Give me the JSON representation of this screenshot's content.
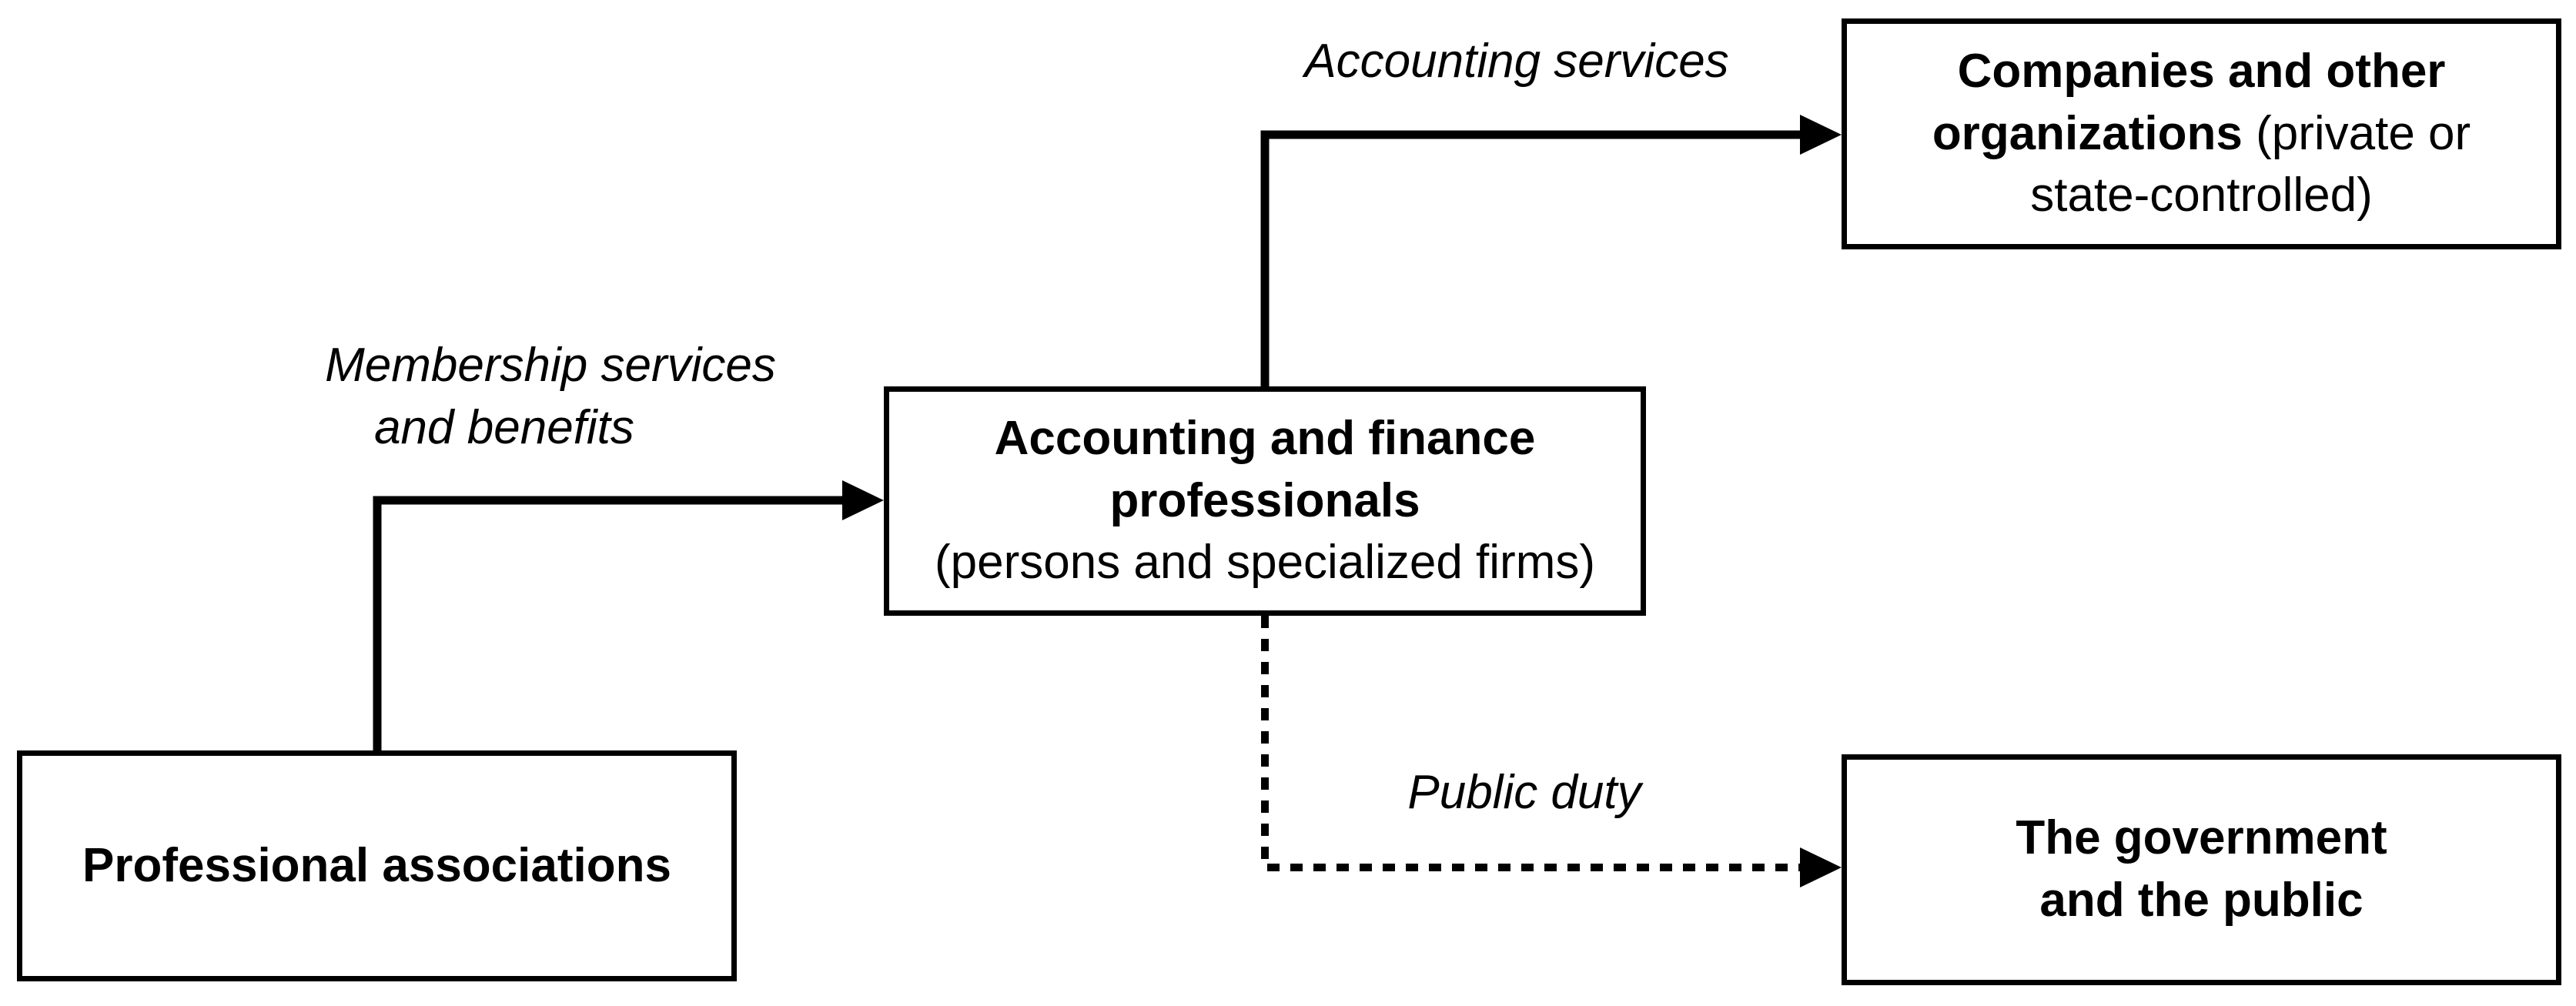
{
  "nodes": {
    "professional_associations": {
      "title": "Professional associations"
    },
    "professionals": {
      "title_line1": "Accounting and finance",
      "title_line2": "professionals",
      "subtitle": "(persons and specialized firms)"
    },
    "companies": {
      "title_line1": "Companies and other",
      "title_line2": "organizations",
      "subtitle_inline": " (private or",
      "subtitle_line3": "state-controlled)"
    },
    "government": {
      "title_line1": "The government",
      "title_line2": "and the public"
    }
  },
  "edges": {
    "membership": {
      "label_line1": "Membership services",
      "label_line2": "and benefits",
      "style": "solid"
    },
    "accounting_services": {
      "label": "Accounting services",
      "style": "solid"
    },
    "public_duty": {
      "label": "Public duty",
      "style": "dashed"
    }
  },
  "colors": {
    "stroke": "#000000",
    "background": "#ffffff"
  }
}
